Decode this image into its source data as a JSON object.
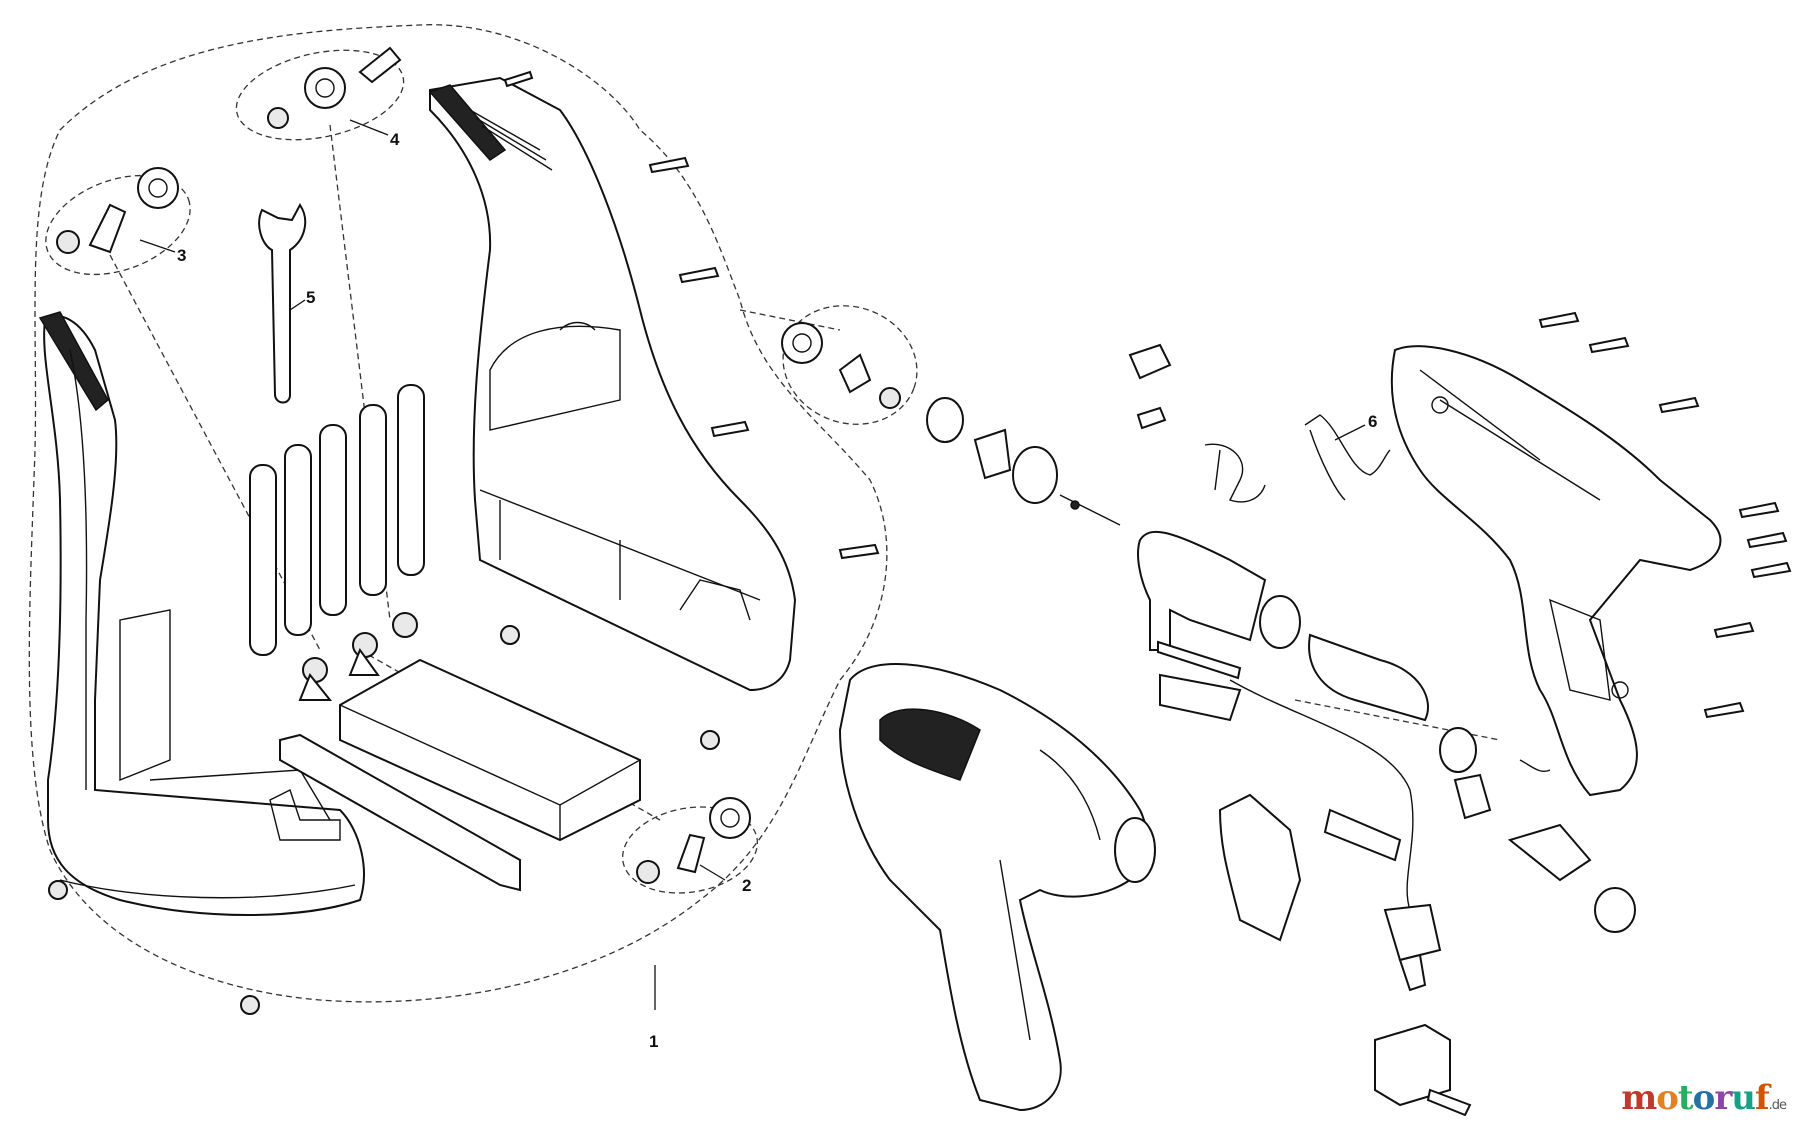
{
  "callouts": {
    "c1": "1",
    "c2": "2",
    "c3": "3",
    "c4": "4",
    "c5": "5",
    "c6": "6"
  },
  "watermark": {
    "brand": "motoruf",
    "suffix": ".de",
    "letter_colors": [
      "#c0392b",
      "#e67e22",
      "#27ae60",
      "#2471a3",
      "#8e44ad",
      "#16a085",
      "#d35400"
    ]
  }
}
